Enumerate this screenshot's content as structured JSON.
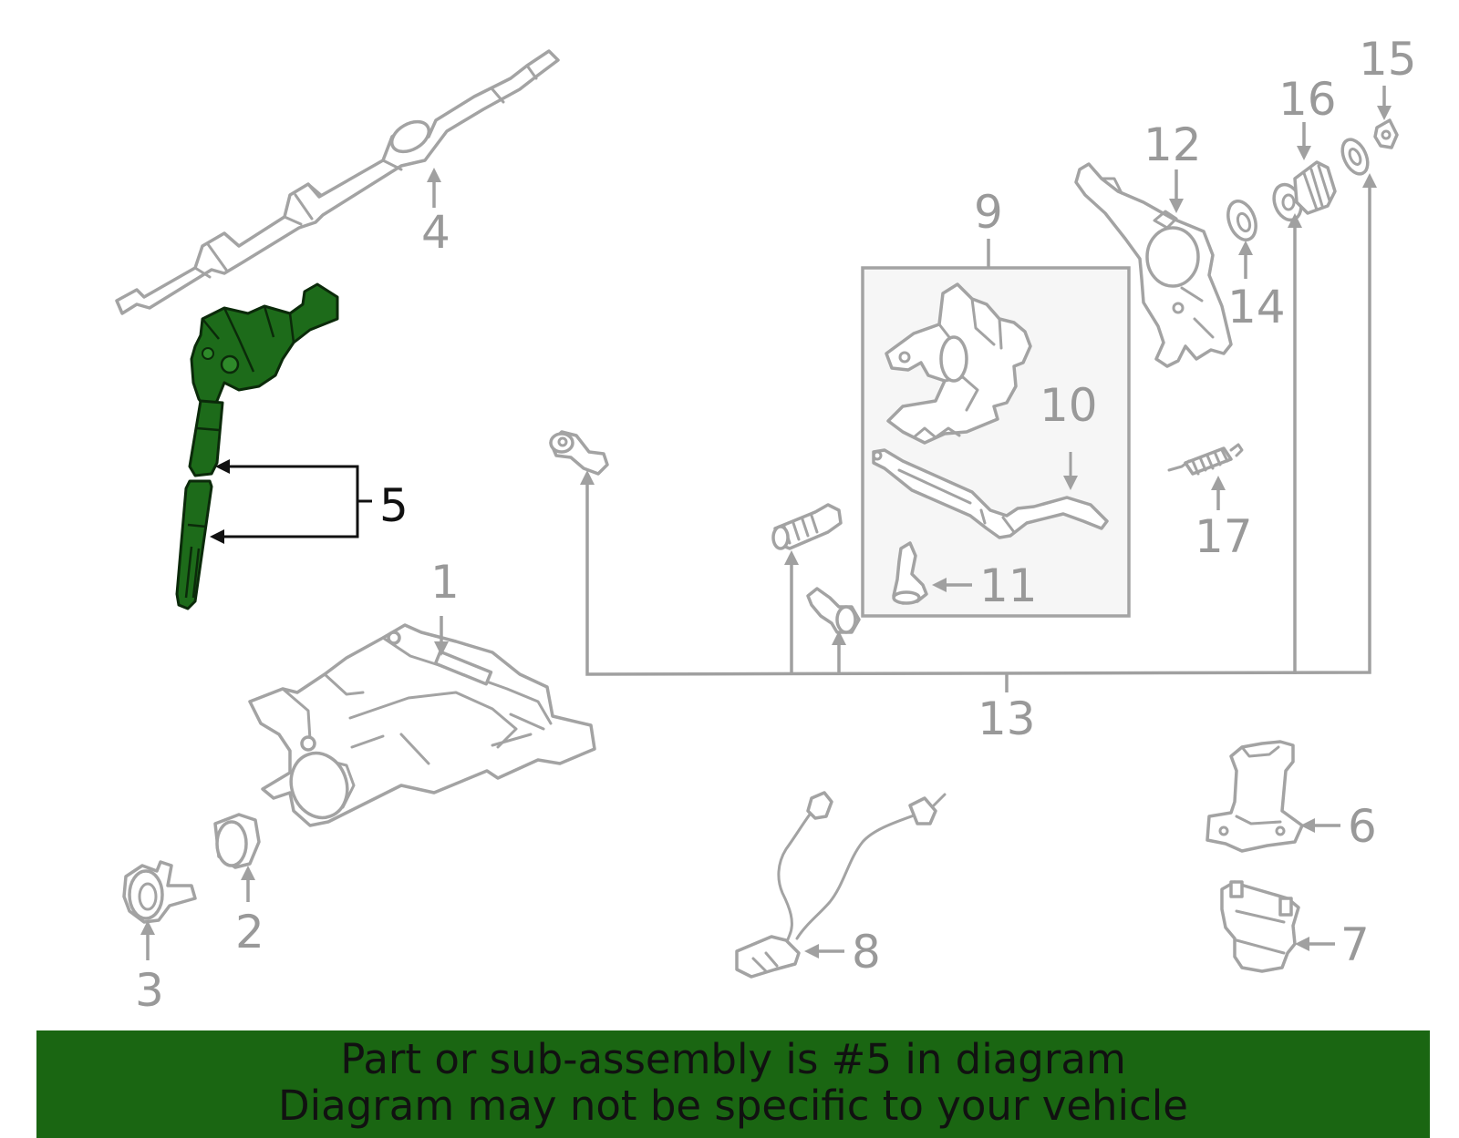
{
  "diagram": {
    "callouts": [
      {
        "id": "1",
        "text": "1"
      },
      {
        "id": "2",
        "text": "2"
      },
      {
        "id": "3",
        "text": "3"
      },
      {
        "id": "4",
        "text": "4"
      },
      {
        "id": "5",
        "text": "5",
        "highlighted": true
      },
      {
        "id": "6",
        "text": "6"
      },
      {
        "id": "7",
        "text": "7"
      },
      {
        "id": "8",
        "text": "8"
      },
      {
        "id": "9",
        "text": "9"
      },
      {
        "id": "10",
        "text": "10"
      },
      {
        "id": "11",
        "text": "11"
      },
      {
        "id": "12",
        "text": "12"
      },
      {
        "id": "13",
        "text": "13"
      },
      {
        "id": "14",
        "text": "14"
      },
      {
        "id": "15",
        "text": "15"
      },
      {
        "id": "16",
        "text": "16"
      },
      {
        "id": "17",
        "text": "17"
      }
    ],
    "highlight_color": "#1a6612",
    "line_color": "#a3a3a3"
  },
  "banner": {
    "line1": "Part or sub-assembly is #5 in diagram",
    "line2": "Diagram may not be specific to your vehicle",
    "background": "#1a6612"
  }
}
